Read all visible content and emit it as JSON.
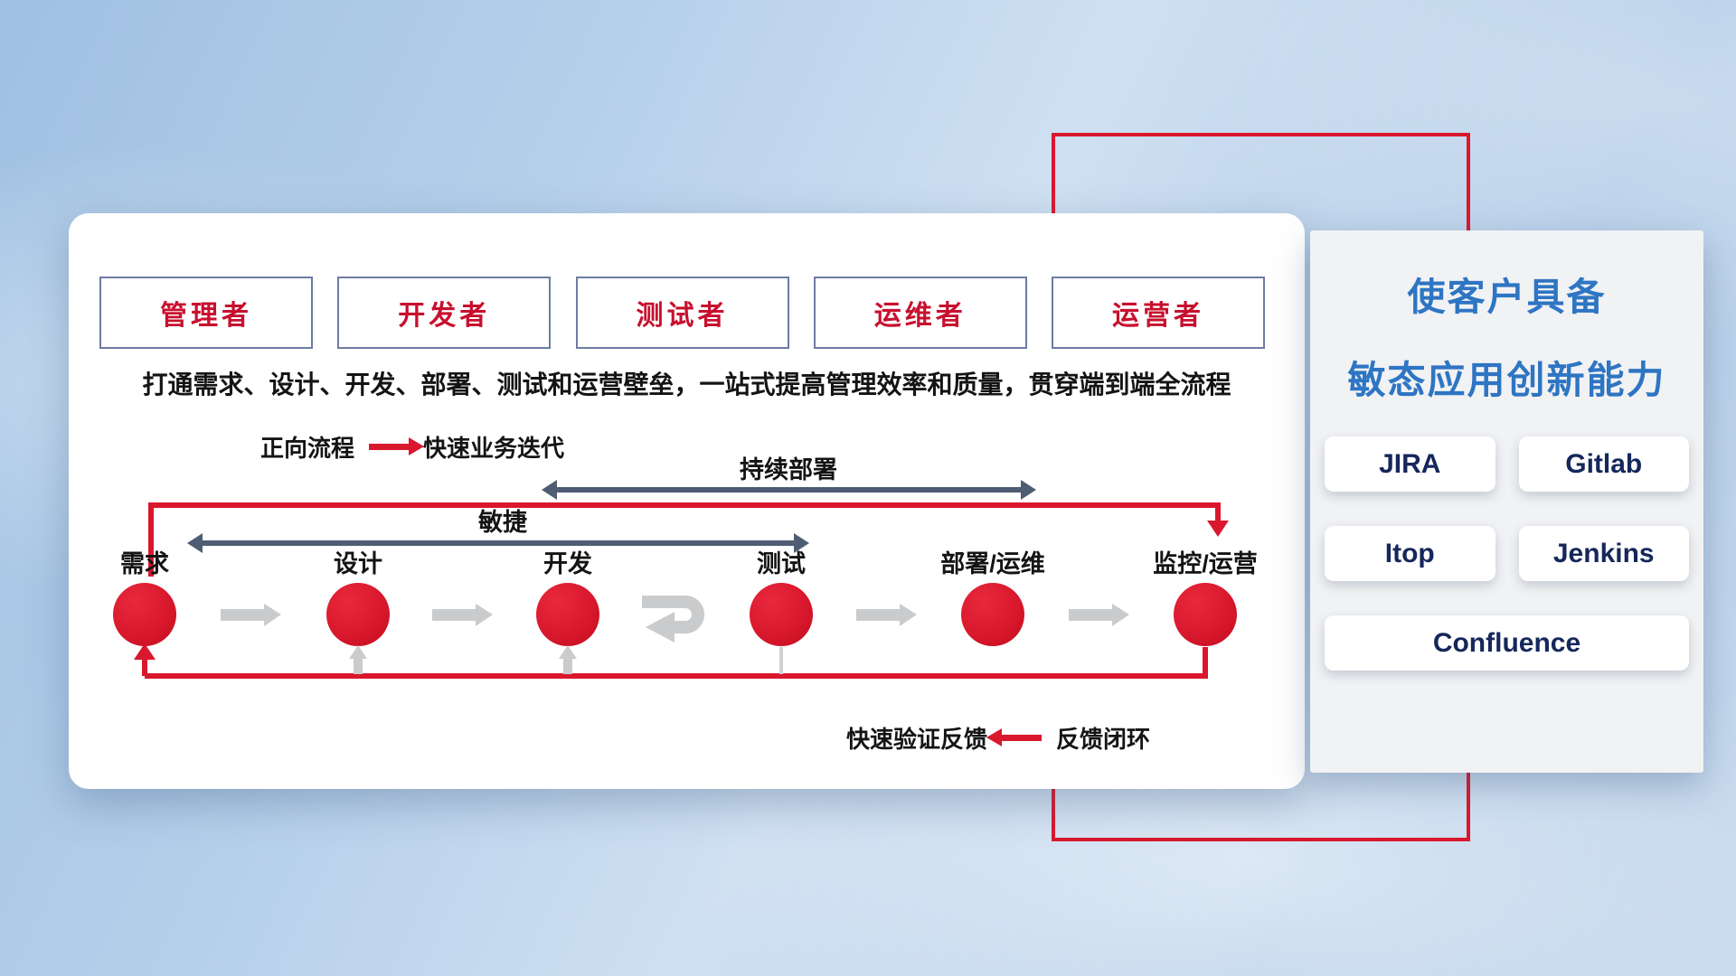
{
  "roles": [
    "管理者",
    "开发者",
    "测试者",
    "运维者",
    "运营者"
  ],
  "description": "打通需求、设计、开发、部署、测试和运营壁垒，一站式提高管理效率和质量，贯穿端到端全流程",
  "forward_legend": {
    "label": "正向流程",
    "value": "快速业务迭代"
  },
  "flow": {
    "stages": [
      "需求",
      "设计",
      "开发",
      "测试",
      "部署/运维",
      "监控/运营"
    ],
    "agile_label": "敏捷",
    "continuous_deploy_label": "持续部署"
  },
  "feedback_legend": {
    "label": "快速验证反馈",
    "value": "反馈闭环"
  },
  "panel": {
    "title_line1": "使客户具备",
    "title_line2": "敏态应用创新能力",
    "tools": [
      "JIRA",
      "Gitlab",
      "Itop",
      "Jenkins",
      "Confluence"
    ]
  },
  "colors": {
    "accent_red": "#d9182d",
    "dark_arrow": "#4e5d73",
    "title_blue": "#2e75c3",
    "tool_text": "#15275b"
  }
}
